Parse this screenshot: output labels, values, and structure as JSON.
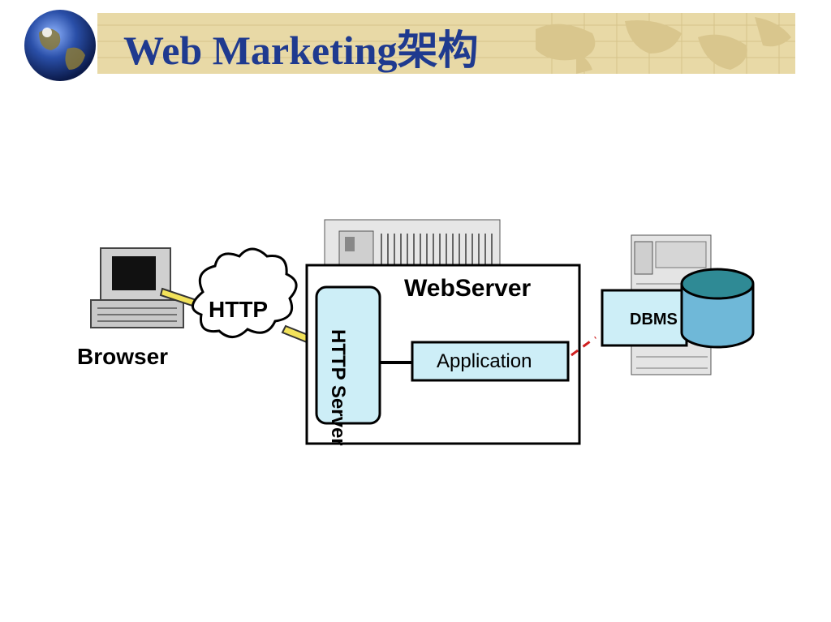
{
  "slide": {
    "title": "Web Marketing架构"
  },
  "diagram": {
    "browser_label": "Browser",
    "http_label": "HTTP",
    "webserver_label": "WebServer",
    "http_server_label": "HTTP Server",
    "application_label": "Application",
    "dbms_label": "DBMS"
  },
  "icons": [
    "globe-icon",
    "computer-icon",
    "cloud-icon",
    "server-rack-icon",
    "database-icon"
  ],
  "colors": {
    "title": "#1f3a8f",
    "banner": "#e8d9a6",
    "box_fill": "#cdeef7",
    "database": "#6fb8d8"
  }
}
